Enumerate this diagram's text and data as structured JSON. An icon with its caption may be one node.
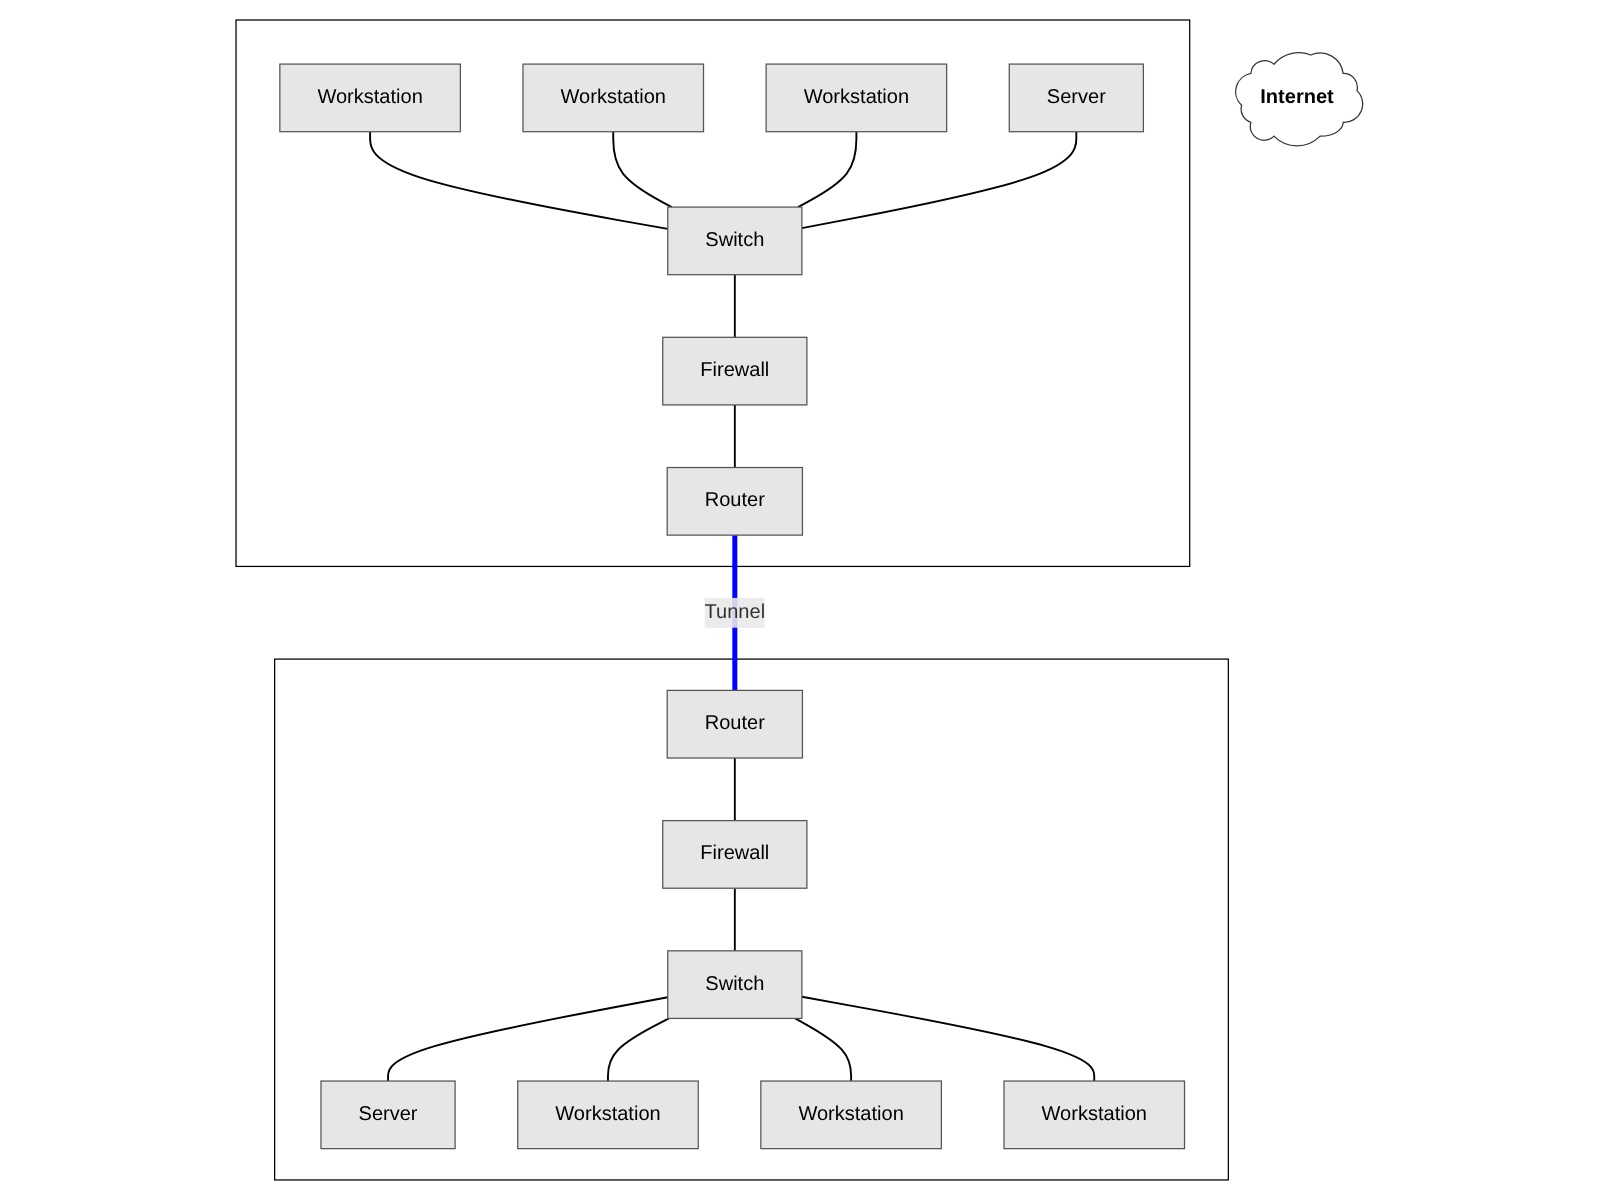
{
  "diagram": {
    "nodes": [
      {
        "text": [],
        "shape": "box"
      },
      {
        "text": [
          "Workstation"
        ],
        "in": 0
      },
      {
        "text": [
          "Workstation"
        ],
        "in": 0
      },
      {
        "text": [
          "Workstation"
        ],
        "in": 0
      },
      {
        "text": [
          "Server"
        ],
        "in": 0
      },
      {
        "text": [
          "Switch"
        ],
        "in": 0
      },
      {
        "text": [
          "Firewall"
        ],
        "in": 0
      },
      {
        "text": [
          "Router"
        ],
        "in": 0
      },
      {
        "text": [
          "Internet"
        ]
      },
      {
        "text": [],
        "shape": "box"
      },
      {
        "text": [
          "Router"
        ],
        "in": 9
      },
      {
        "text": [
          "Firewall"
        ],
        "in": 9
      },
      {
        "text": [
          "Switch"
        ],
        "in": 9
      },
      {
        "text": [
          "Server"
        ],
        "in": 9
      },
      {
        "text": [
          "Workstation"
        ],
        "in": 9
      },
      {
        "text": [
          "Workstation"
        ],
        "in": 9
      },
      {
        "text": [
          "Workstation"
        ],
        "in": 9
      }
    ],
    "edges": [
      {
        "from": 1,
        "to": 5,
        "arrow": "none"
      },
      {
        "from": 2,
        "to": 5,
        "arrow": "none"
      },
      {
        "from": 3,
        "to": 5,
        "arrow": "none"
      },
      {
        "from": 4,
        "to": 5,
        "arrow": "none"
      },
      {
        "from": 5,
        "to": 6,
        "arrow": "none"
      },
      {
        "from": 6,
        "to": 7,
        "arrow": "none"
      },
      {
        "from": 7,
        "to": 10,
        "arrow": "none",
        "label": "Tunnel",
        "style": "thick",
        "color": "#0000ff"
      },
      {
        "from": 10,
        "to": 11,
        "arrow": "none"
      },
      {
        "from": 11,
        "to": 12,
        "arrow": "none"
      },
      {
        "from": 12,
        "to": 13,
        "arrow": "none"
      },
      {
        "from": 12,
        "to": 14,
        "arrow": "none"
      },
      {
        "from": 12,
        "to": 15,
        "arrow": "none"
      },
      {
        "from": 12,
        "to": 16,
        "arrow": "none"
      }
    ]
  }
}
